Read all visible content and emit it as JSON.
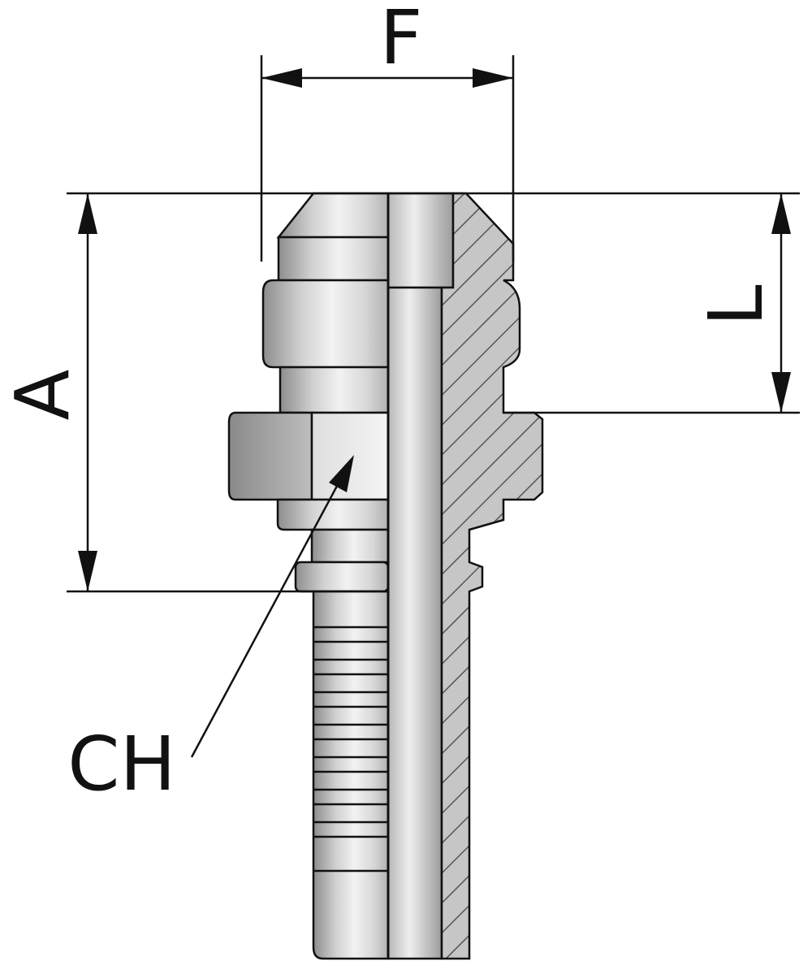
{
  "diagram": {
    "title": "",
    "labels": {
      "width": "F",
      "length": "L",
      "overall": "A",
      "hex": "CH"
    }
  },
  "colors": {
    "line": "#111111",
    "steel_light": "#e6e6e6",
    "steel_mid": "#bcbcbc",
    "steel_dark": "#7a7a7a",
    "section_fill": "#c4c4c4"
  }
}
